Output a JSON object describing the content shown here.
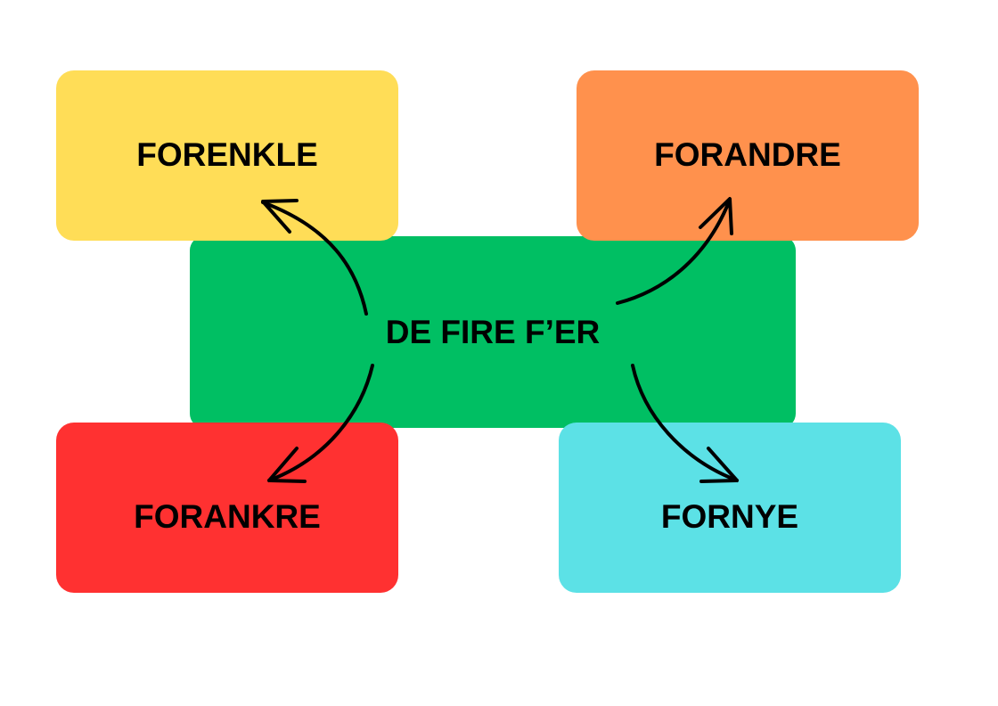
{
  "center": {
    "label": "DE FIRE F’ER",
    "color": "#00BF63"
  },
  "nodes": [
    {
      "label": "FORENKLE",
      "color": "#FFDD57"
    },
    {
      "label": "FORANDRE",
      "color": "#FF914D"
    },
    {
      "label": "FORANKRE",
      "color": "#FF3131"
    },
    {
      "label": "FORNYE",
      "color": "#5CE1E6"
    }
  ]
}
